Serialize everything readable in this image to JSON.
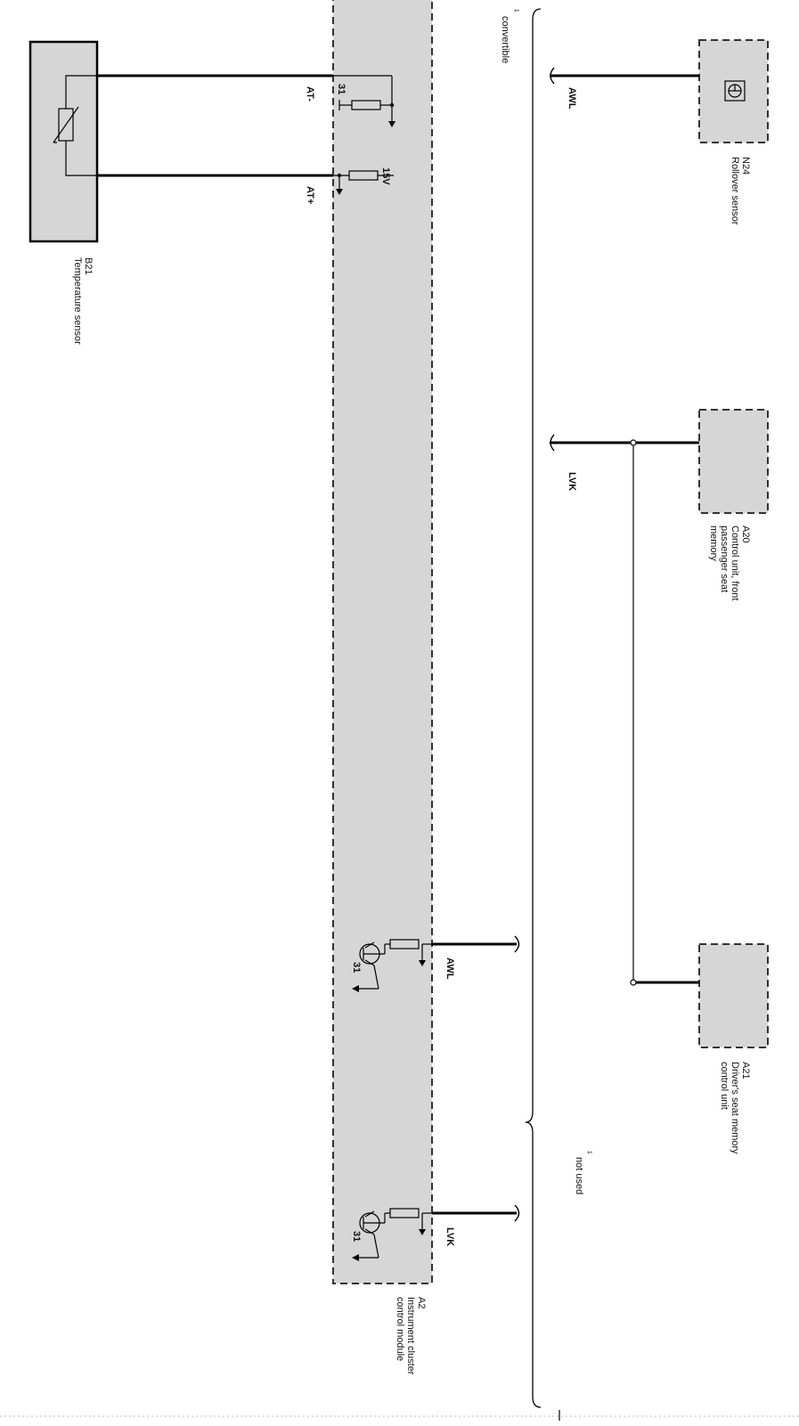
{
  "colors": {
    "module_fill": "#d6d6d6",
    "wire": "#000000",
    "background": "#ffffff"
  },
  "components": {
    "b21": {
      "code": "B21",
      "name": "Temperature sensor"
    },
    "a2": {
      "code": "A2",
      "name_line1": "Instrument cluster",
      "name_line2": "control module"
    },
    "n24": {
      "code": "N24",
      "name": "Rollover sensor"
    },
    "a20": {
      "code": "A20",
      "name_line1": "Control unit, front",
      "name_line2": "passenger seat",
      "name_line3": "memory"
    },
    "a21": {
      "code": "A21",
      "name_line1": "Driver's seat memory",
      "name_line2": "control unit"
    }
  },
  "signals": {
    "at_minus": "AT-",
    "at_plus": "AT+",
    "ground_31": "31",
    "supply_15v": "15V",
    "awl": "AWL",
    "lvk": "LVK"
  },
  "notes": {
    "convertible": "convertible",
    "convertible_mark": "¹",
    "not_used": "not used",
    "not_used_mark": "¹"
  }
}
